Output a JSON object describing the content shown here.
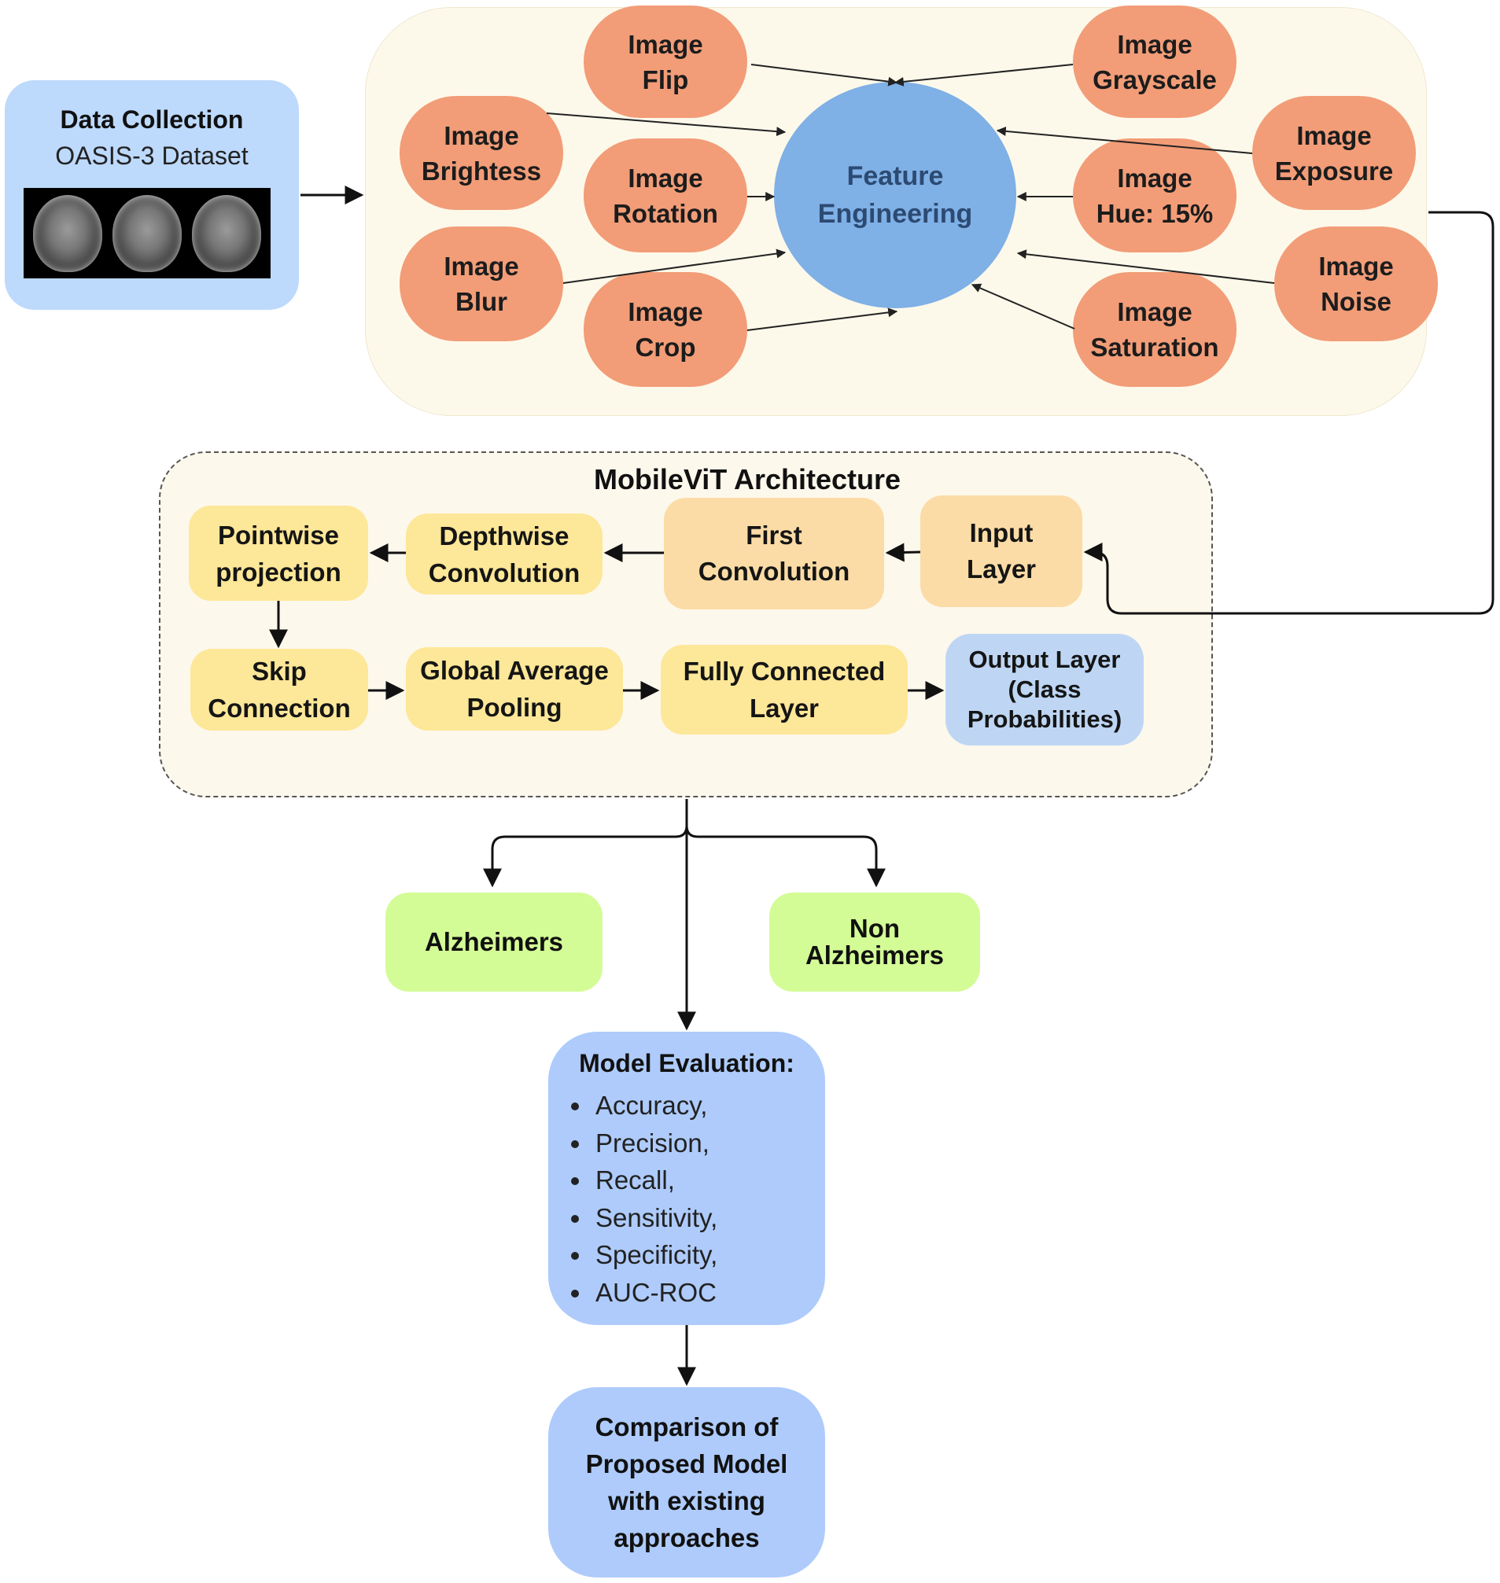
{
  "data_collection": {
    "title": "Data Collection",
    "dataset": "OASIS-3 Dataset"
  },
  "augmentations": {
    "flip": [
      "Image",
      "Flip"
    ],
    "grayscale": [
      "Image",
      "Grayscale"
    ],
    "brightness": [
      "Image",
      "Brightess"
    ],
    "exposure": [
      "Image",
      "Exposure"
    ],
    "rotation": [
      "Image",
      "Rotation"
    ],
    "hue": [
      "Image",
      "Hue: 15%"
    ],
    "blur": [
      "Image",
      "Blur"
    ],
    "noise": [
      "Image",
      "Noise"
    ],
    "crop": [
      "Image",
      "Crop"
    ],
    "saturation": [
      "Image",
      "Saturation"
    ]
  },
  "feature_engineering": [
    "Feature",
    "Engineering"
  ],
  "architecture": {
    "title": "MobileViT Architecture",
    "input_layer": [
      "Input",
      "Layer"
    ],
    "first_convolution": [
      "First",
      "Convolution"
    ],
    "depthwise_convolution": [
      "Depthwise",
      "Convolution"
    ],
    "pointwise_projection": [
      "Pointwise",
      "projection"
    ],
    "skip_connection": [
      "Skip",
      "Connection"
    ],
    "global_average_pooling": [
      "Global Average",
      "Pooling"
    ],
    "fully_connected_layer": [
      "Fully Connected",
      "Layer"
    ],
    "output_layer": [
      "Output Layer",
      "(Class",
      "Probabilities)"
    ]
  },
  "outcomes": {
    "alzheimers": "Alzheimers",
    "non_alzheimers": [
      "Non",
      "Alzheimers"
    ]
  },
  "evaluation": {
    "title": "Model Evaluation:",
    "metrics": [
      "Accuracy,",
      "Precision,",
      "Recall,",
      "Sensitivity,",
      "Specificity,",
      "AUC-ROC"
    ]
  },
  "comparison": [
    "Comparison of",
    "Proposed Model",
    "with existing",
    "approaches"
  ],
  "colors": {
    "augmentation": "#f29d78",
    "feature_engineering": "#7fb0e6",
    "layer_yellow": "#fde798",
    "layer_orange": "#fcdca6",
    "output_blue": "#bed6f4",
    "outcome_green": "#d3fc96",
    "evaluation_blue": "#aecbfb",
    "panel_cream": "#fdf9ea"
  }
}
